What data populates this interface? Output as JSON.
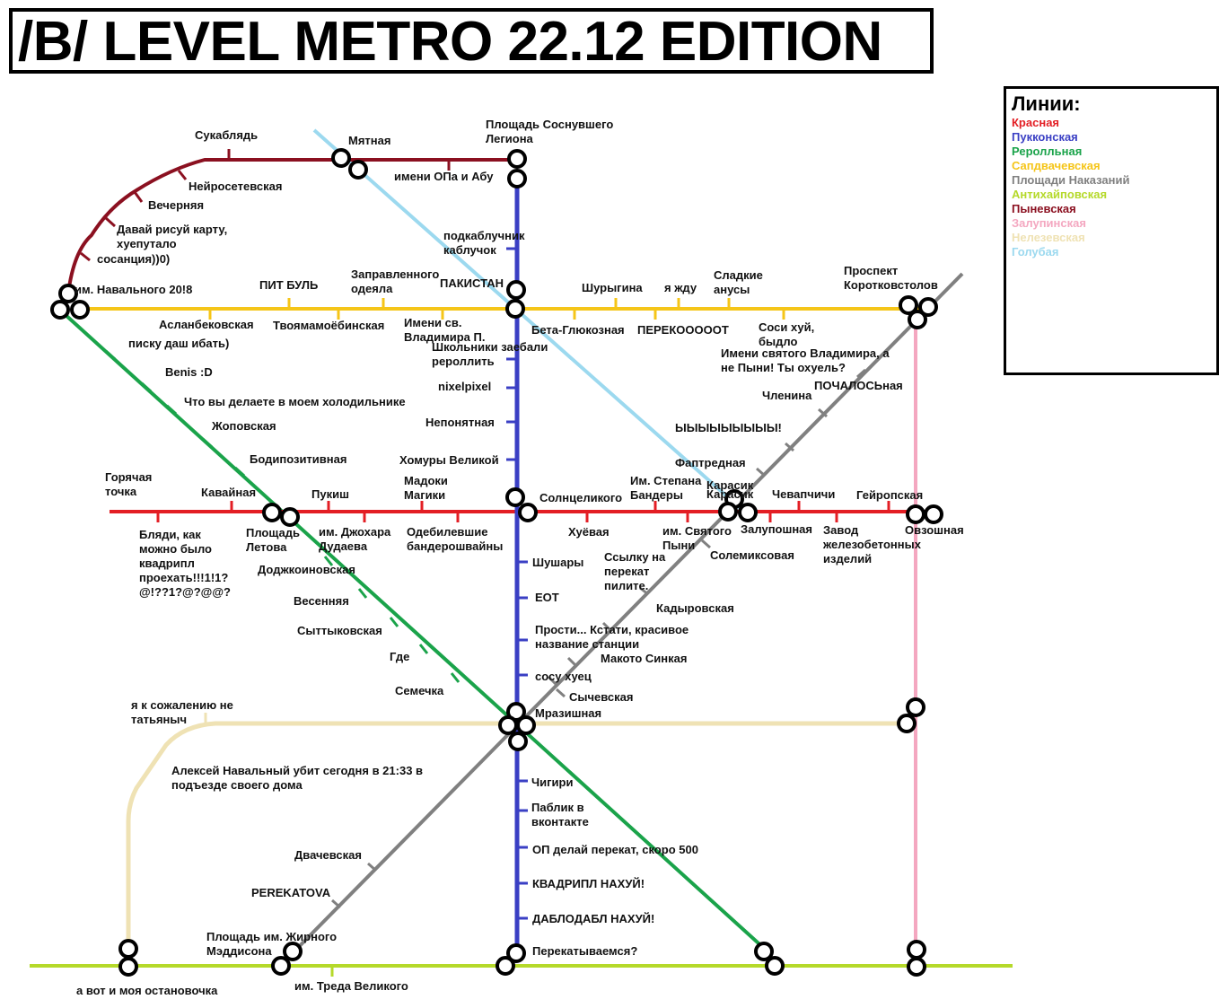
{
  "title": "/B/ LEVEL METRO 22.12 EDITION",
  "legend": {
    "title": "Линии:",
    "items": [
      {
        "label": "Красная",
        "color": "#e31e24"
      },
      {
        "label": "Пукконская",
        "color": "#3a3fc4"
      },
      {
        "label": "Реролльная",
        "color": "#1aa34a"
      },
      {
        "label": "Сапдвачевская",
        "color": "#f5c518"
      },
      {
        "label": "Площади Наказаний",
        "color": "#808080"
      },
      {
        "label": "Антихайповская",
        "color": "#b5d92a"
      },
      {
        "label": "Пыневская",
        "color": "#8b1020"
      },
      {
        "label": "Залупинская",
        "color": "#f4a7c0"
      },
      {
        "label": "Нелезевская",
        "color": "#efe2b4"
      },
      {
        "label": "Голубая",
        "color": "#9cd9ef"
      }
    ]
  },
  "stations": {
    "sukablyad": "Сукаблядь",
    "myatnaya": "Мятная",
    "soznuvsh1": "Площадь Соснувшего",
    "soznuvsh2": "Легиона",
    "opa": "имени ОПа и Абу",
    "neiro": "Нейросетевская",
    "vechernyaya": "Вечерняя",
    "davai1": "Давай рисуй карту,",
    "davai2": "хуепутало",
    "davai3": "сосанция))0)",
    "podkab1": "подкаблучник",
    "podkab2": "каблучок",
    "navalny": "им. Навального 20!8",
    "pitbul": "ПИТ БУЛЬ",
    "zapravl1": "Заправленного",
    "zapravl2": "одеяла",
    "pakistan": "ПАКИСТАН",
    "shurygina": "Шурыгина",
    "yajdu": "я жду",
    "sladkie1": "Сладкие",
    "sladkie2": "анусы",
    "prospekt1": "Проспект",
    "prospekt2": "Коротковстолов",
    "aslanbek": "Асланбековская",
    "tvoyamama": "Твоямамоёбинская",
    "svvlad1": "Имени св.",
    "svvlad2": "Владимира П.",
    "betagluk": "Бета-Глюкозная",
    "perekot": "ПЕРЕКОООООТ",
    "sosi1": "Соси хуй,",
    "sosi2": "быдло",
    "pisku": "писку даш ибать)",
    "benis": "Benis :D",
    "shkolniki1": "Школьники заебали",
    "shkolniki2": "рероллить",
    "imsvyat1": "Имени святого Владимира, а",
    "imsvyat2": "не Пыни! Ты охуель?",
    "pochalos": "ПОЧАЛОСЬная",
    "chlenina": "Членина",
    "holodil": "Что вы делаете в моем холодильнике",
    "nixelpixel": "nixelpixel",
    "zhopovskaya": "Жоповская",
    "neponyatnaya": "Непонятная",
    "yyy": "ЫЫЫЫЫЫЫЫЫ!",
    "bodipoz": "Бодипозитивная",
    "homury": "Хомуры Великой",
    "ftpredn": "Фаптредная",
    "goryach1": "Горячая",
    "goryach2": "точка",
    "kavainaya": "Кавайная",
    "pukish": "Пукиш",
    "madoki1": "Мадоки",
    "madoki2": "Магики",
    "solnce": "Солнцеликого",
    "stepan1": "Им. Степана",
    "stepan2": "Бандеры",
    "karasik1": "Карасик",
    "karasik2": "Карасик",
    "chevap": "Чевапчичи",
    "geiropa": "Гейропская",
    "blyadi1": "Бляди, как",
    "blyadi2": "можно было",
    "blyadi3": "квадрипл",
    "blyadi4": "проехать!!!1!1?",
    "blyadi5": "@!??1?@?@@?",
    "ploshletov1": "Площадь",
    "ploshletov2": "Летова",
    "dudaev1": "им. Джохара",
    "dudaev2": "Дудаева",
    "odebil1": "Одебилевшие",
    "odebil2": "бандерошвайны",
    "huevaya": "Хуёвая",
    "pyni1": "им. Святого",
    "pyni2": "Пыни",
    "zalupsh": "Залупошная",
    "zavod1": "Завод",
    "zavod2": "железобетонных",
    "zavod3": "изделий",
    "ovzoshn": "Овзошная",
    "dodzhko": "Доджкоиновская",
    "shushary": "Шушары",
    "ssylka1": "Ссылку на",
    "ssylka2": "перекат",
    "ssylka3": "пилите.",
    "solemiks": "Солемиксовая",
    "eot": "ЕОТ",
    "vesennyaya": "Весенняя",
    "kadyrov": "Кадыровская",
    "prosti1": "Прости... Кстати, красивое",
    "prosti2": "название станции",
    "syttyk": "Сыттыковская",
    "makoto": "Макото Синкая",
    "gde": "Где",
    "sosu": "сосу хуец",
    "semechka": "Семечка",
    "sychev": "Сычевская",
    "tatyanych1": "я к сожалению не",
    "tatyanych2": "татьяныч",
    "mrazish": "Мразишная",
    "alexey1": "Алексей Навальный убит сегодня в 21:33 в",
    "alexey2": "подъезде своего дома",
    "chigiri": "Чигири",
    "pablik1": "Паблик в",
    "pablik2": "вконтакте",
    "dvachev": "Двачевская",
    "op500": "ОП делай перекат, скоро 500",
    "perekatova": "PEREKATOVA",
    "kvadripl": "КВАДРИПЛ НАХУЙ!",
    "dablo": "ДАБЛОДАБЛ НАХУЙ!",
    "maddison1": "Площадь им. Жирного",
    "maddison2": "Мэддисона",
    "perekat": "Перекатываемся?",
    "avot": "а вот и моя остановочка",
    "tred": "им. Треда Великого"
  }
}
